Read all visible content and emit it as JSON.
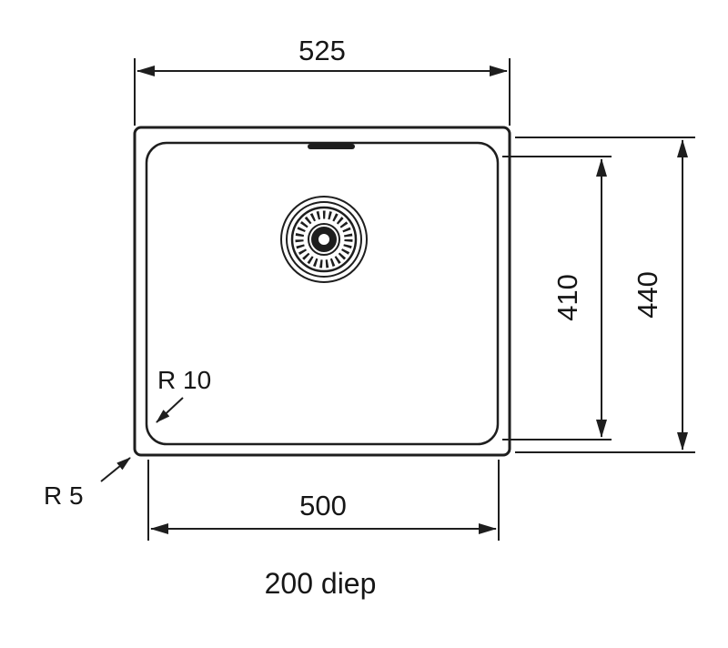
{
  "drawing": {
    "type": "technical-dimension-drawing",
    "subject": "undermount-sink-top-view",
    "colors": {
      "line": "#1e1e1e",
      "background": "#ffffff"
    },
    "labels": {
      "outer_width": "525",
      "outer_height": "440",
      "inner_height": "410",
      "inner_width": "500",
      "inner_corner_radius": "R 10",
      "outer_corner_radius": "R 5",
      "depth": "200 diep"
    }
  }
}
